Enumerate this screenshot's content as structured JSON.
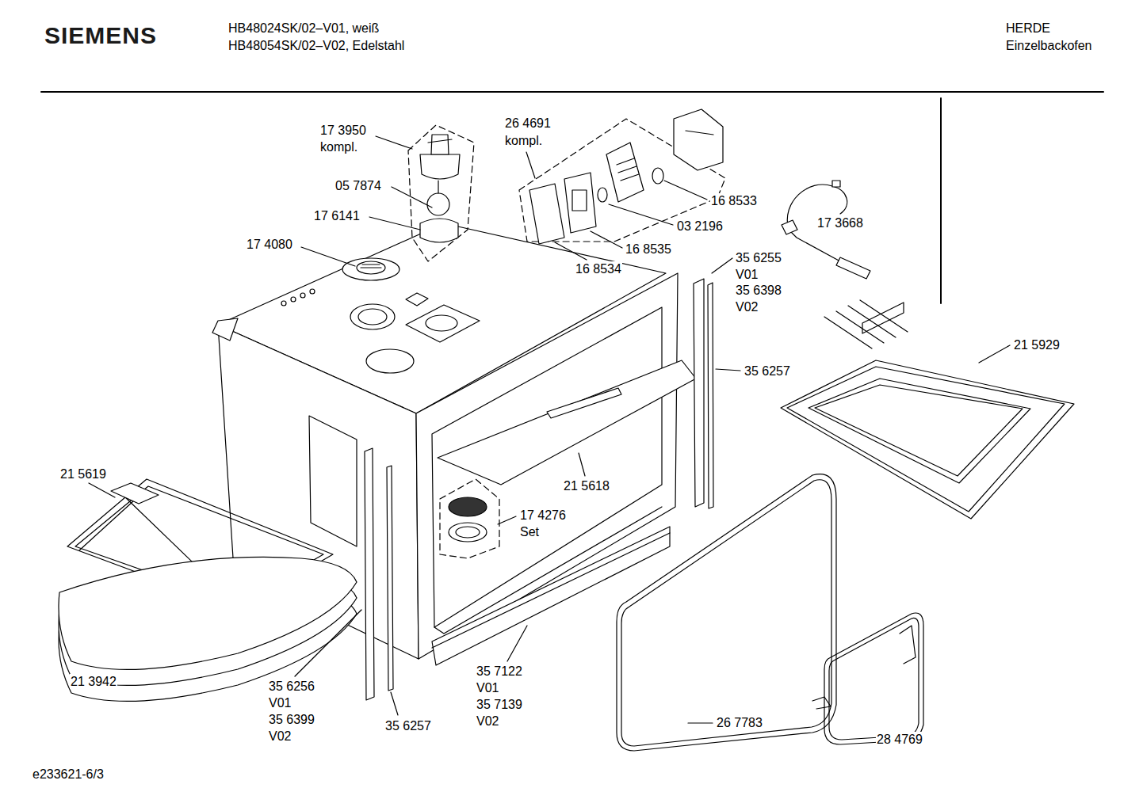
{
  "diagram": {
    "labels": [
      "SIEMENS",
      "HB48024SK/02–V01, weiß",
      "HB48054SK/02–V02, Edelstahl",
      "HERDE",
      "Einzelbackofen",
      "17 3950",
      "kompl.",
      "05 7874",
      "17 6141",
      "17 4080",
      "26 4691",
      "kompl.",
      "16 8533",
      "03 2196",
      "16 8535",
      "16 8534",
      "17 3668",
      "35 6255",
      "V01",
      "35 6398",
      "V02",
      "35 6257",
      "21 5929",
      "21 5618",
      "17 4276",
      "Set",
      "21 5619",
      "21 3942",
      "35 6256",
      "V01",
      "35 6399",
      "V02",
      "35 6257",
      "35 7122",
      "V01",
      "35 7139",
      "V02",
      "26 7783",
      "28 4769",
      "e233621-6/3"
    ]
  }
}
